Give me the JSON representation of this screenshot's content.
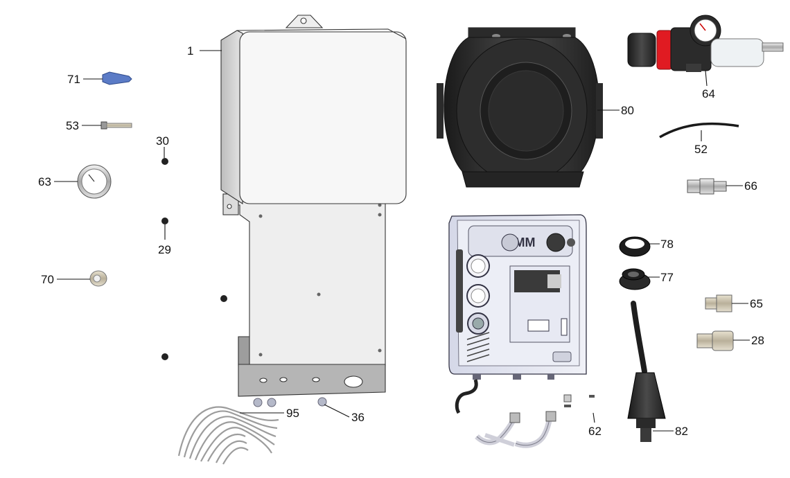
{
  "parts": [
    {
      "id": "p1",
      "label": "1"
    },
    {
      "id": "p71",
      "label": "71"
    },
    {
      "id": "p53",
      "label": "53"
    },
    {
      "id": "p30",
      "label": "30"
    },
    {
      "id": "p63",
      "label": "63"
    },
    {
      "id": "p29",
      "label": "29"
    },
    {
      "id": "p70",
      "label": "70"
    },
    {
      "id": "p95",
      "label": "95"
    },
    {
      "id": "p36",
      "label": "36"
    },
    {
      "id": "p80",
      "label": "80"
    },
    {
      "id": "p64",
      "label": "64"
    },
    {
      "id": "p52",
      "label": "52"
    },
    {
      "id": "p66",
      "label": "66"
    },
    {
      "id": "p78",
      "label": "78"
    },
    {
      "id": "p77",
      "label": "77"
    },
    {
      "id": "p65",
      "label": "65"
    },
    {
      "id": "p28",
      "label": "28"
    },
    {
      "id": "p62",
      "label": "62"
    },
    {
      "id": "p82",
      "label": "82"
    }
  ],
  "panel_brand": "FMM",
  "colors": {
    "enclosure": "#f4f4f4",
    "enclosure_side": "#d8d8d8",
    "bracket": "#c9c9c9",
    "cover": "#2b2b2b",
    "panel": "#e6e8f2",
    "red_ring": "#e01b22",
    "screw_blue": "#5b7bc6"
  }
}
